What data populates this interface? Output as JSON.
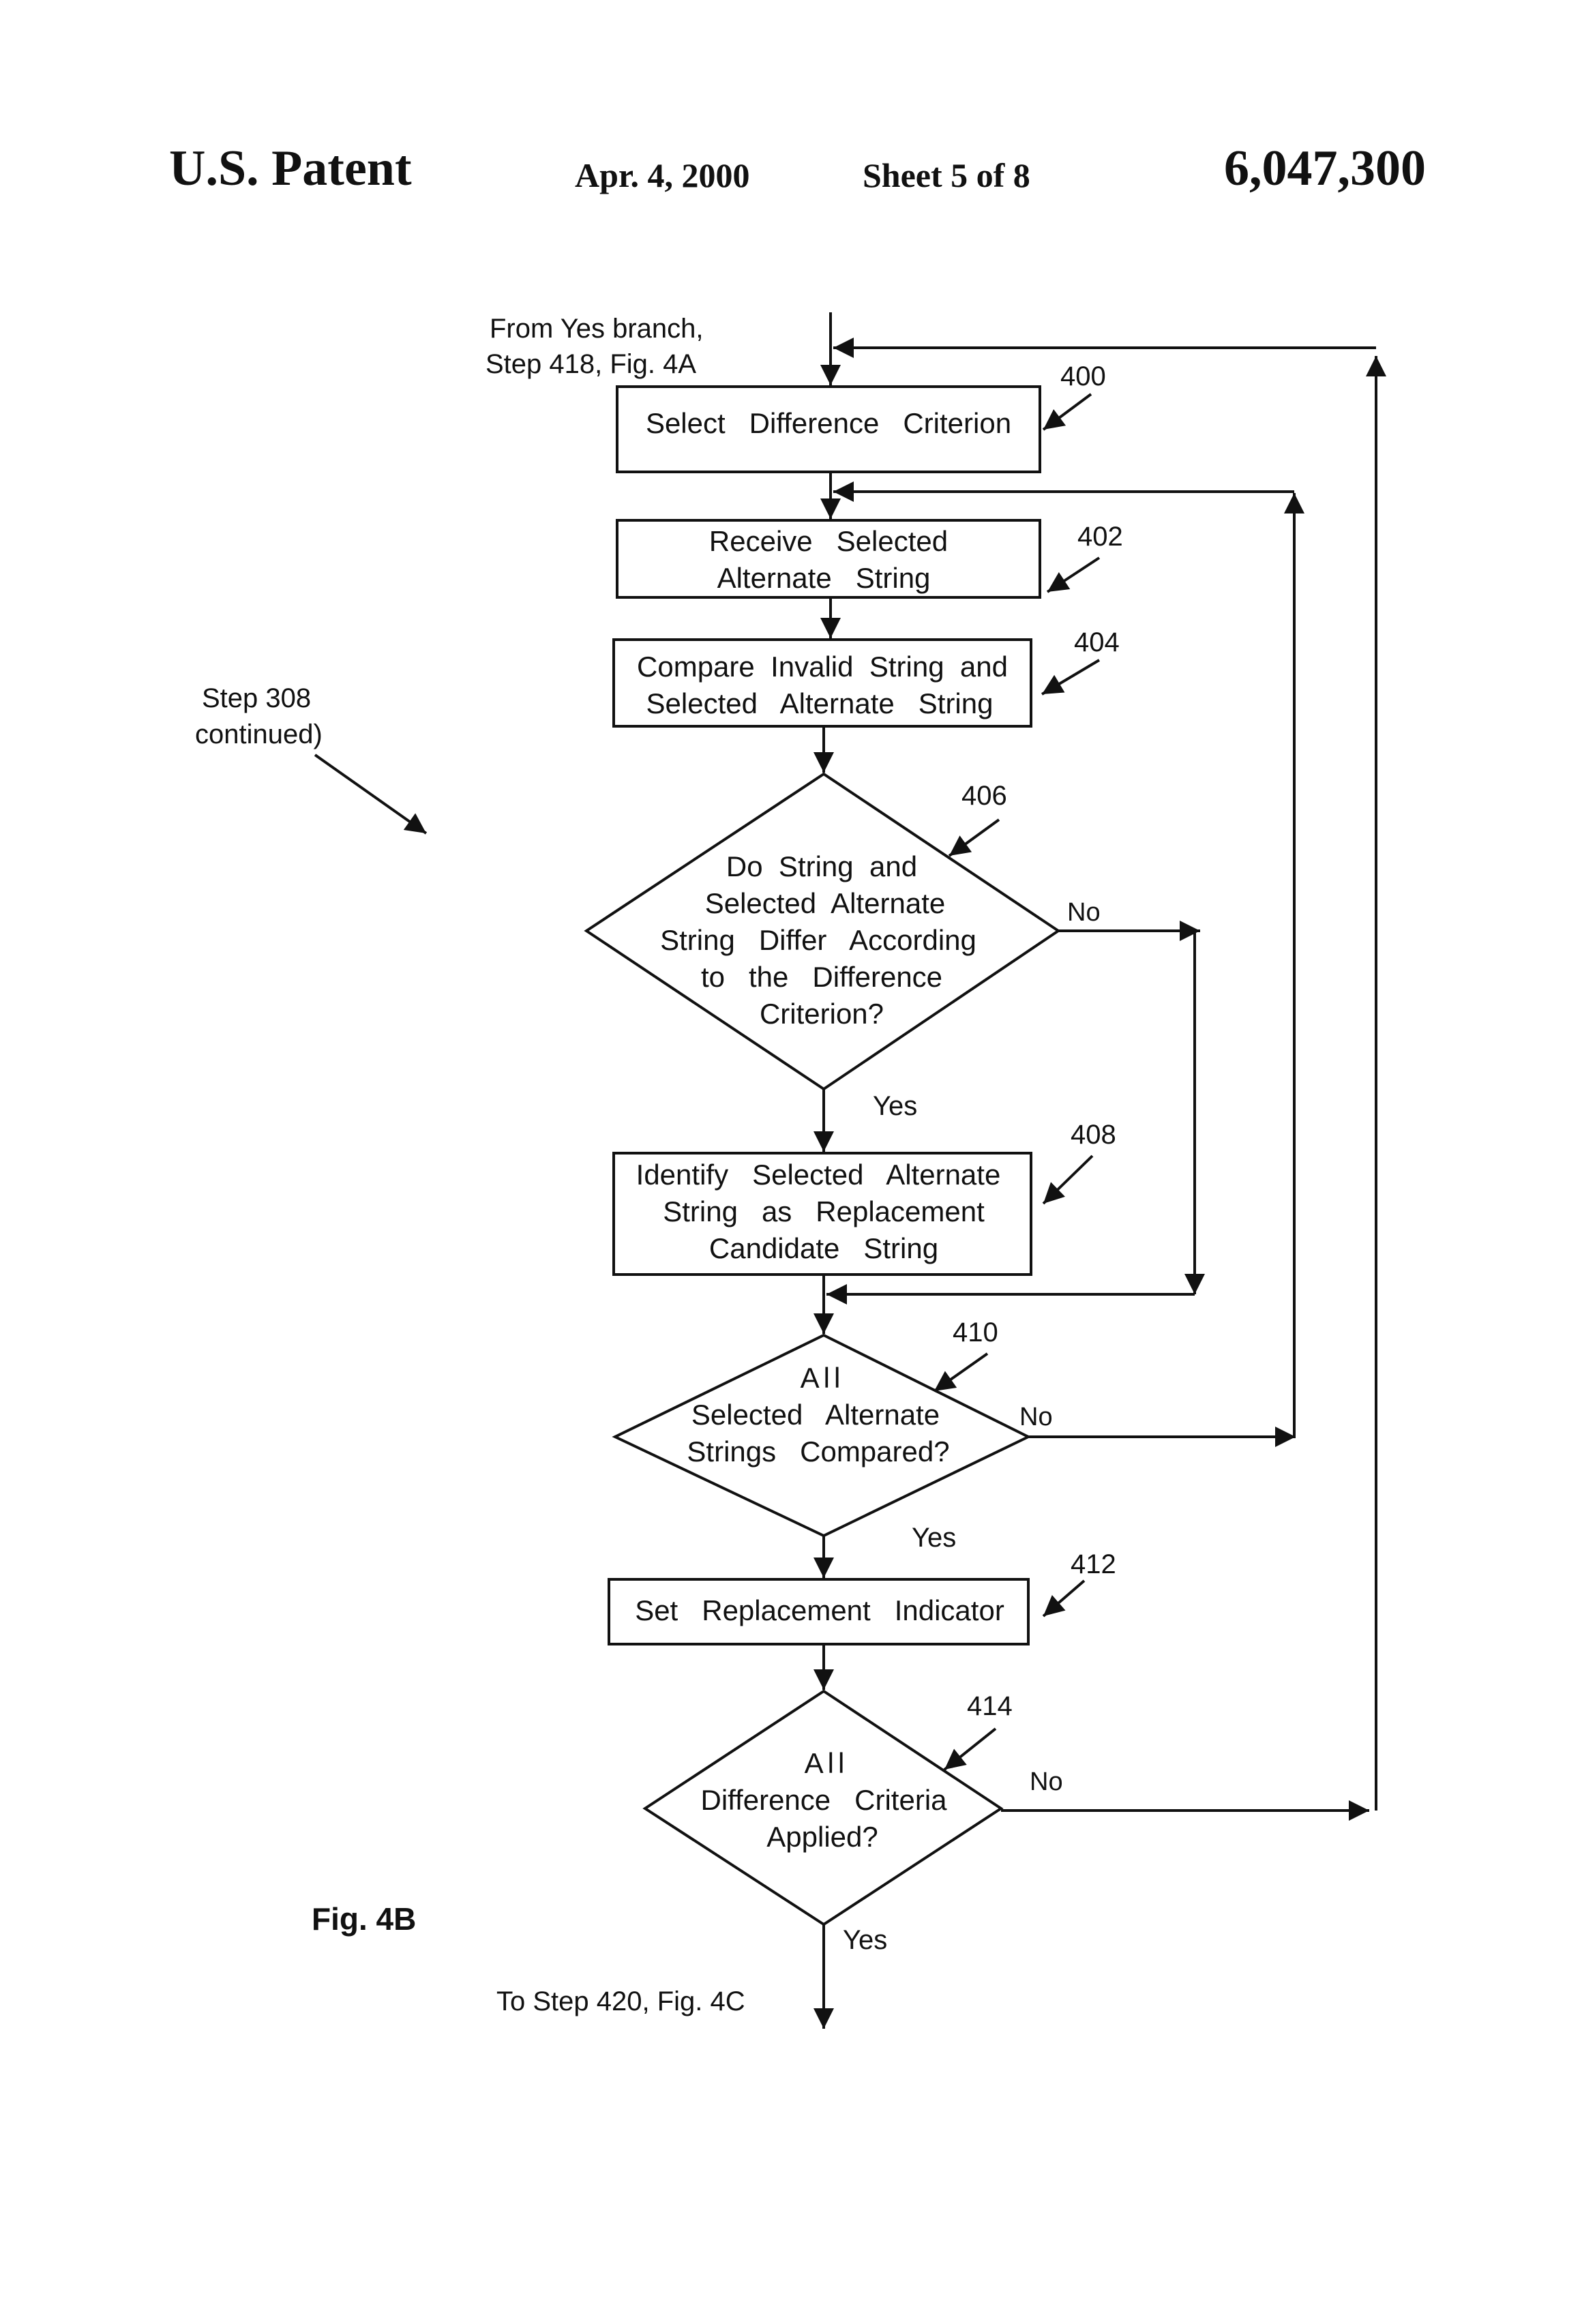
{
  "header": {
    "office": "U.S. Patent",
    "date": "Apr. 4, 2000",
    "sheet": "Sheet 5 of 8",
    "number": "6,047,300"
  },
  "flow": {
    "entry_label": [
      "From Yes branch,",
      "Step 418, Fig. 4A"
    ],
    "step_label": [
      "Step 308",
      "continued)"
    ],
    "figure_label": "Fig. 4B",
    "exit_label": "To Step 420, Fig. 4C",
    "nodes": [
      {
        "ref": "400",
        "lines": [
          "Select   Difference   Criterion"
        ]
      },
      {
        "ref": "402",
        "lines": [
          "Receive   Selected",
          "Alternate   String"
        ]
      },
      {
        "ref": "404",
        "lines": [
          "Compare  Invalid  String  and",
          "Selected   Alternate   String"
        ]
      },
      {
        "ref": "406",
        "lines": [
          "Do  String  and",
          "Selected  Alternate",
          "String   Differ   According",
          "to   the   Difference",
          "Criterion?"
        ],
        "yes": "Yes",
        "no": "No"
      },
      {
        "ref": "408",
        "lines": [
          "Identify   Selected   Alternate",
          "String   as   Replacement",
          "Candidate   String"
        ]
      },
      {
        "ref": "410",
        "lines": [
          "All",
          "Selected   Alternate",
          "Strings   Compared?"
        ],
        "yes": "Yes",
        "no": "No"
      },
      {
        "ref": "412",
        "lines": [
          "Set   Replacement   Indicator"
        ]
      },
      {
        "ref": "414",
        "lines": [
          "All",
          "Difference   Criteria",
          "Applied?"
        ],
        "yes": "Yes",
        "no": "No"
      }
    ]
  }
}
